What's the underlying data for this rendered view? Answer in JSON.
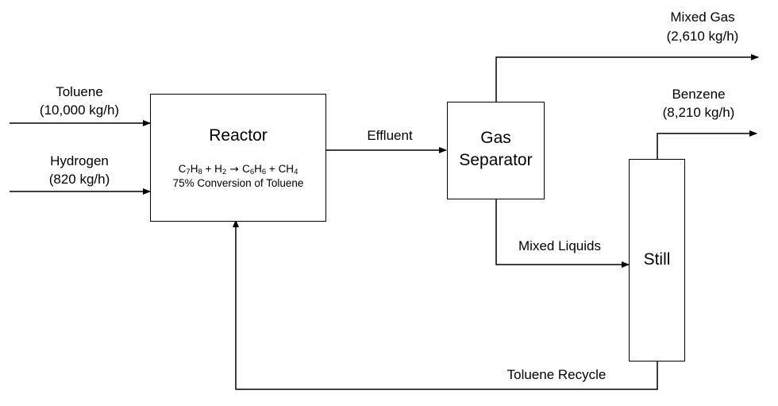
{
  "streams": {
    "toluene_label": "Toluene",
    "toluene_rate": "(10,000 kg/h)",
    "hydrogen_label": "Hydrogen",
    "hydrogen_rate": "(820 kg/h)",
    "effluent_label": "Effluent",
    "mixed_gas_label": "Mixed Gas",
    "mixed_gas_rate": "(2,610 kg/h)",
    "benzene_label": "Benzene",
    "benzene_rate": "(8,210 kg/h)",
    "mixed_liquids_label": "Mixed Liquids",
    "toluene_recycle_label": "Toluene Recycle"
  },
  "reactor": {
    "title": "Reactor",
    "reaction": {
      "reactant1": "C",
      "reactant1_c_sub": "7",
      "reactant1_h": "H",
      "reactant1_h_sub": "8",
      "plus1": " + ",
      "reactant2": "H",
      "reactant2_sub": "2",
      "arrow": " → ",
      "product1": "C",
      "product1_c_sub": "6",
      "product1_h": "H",
      "product1_h_sub": "6",
      "plus2": " + ",
      "product2": "CH",
      "product2_sub": "4"
    },
    "conversion": "75% Conversion of Toluene"
  },
  "gas_separator": {
    "title_line1": "Gas",
    "title_line2": "Separator"
  },
  "still": {
    "title": "Still"
  }
}
